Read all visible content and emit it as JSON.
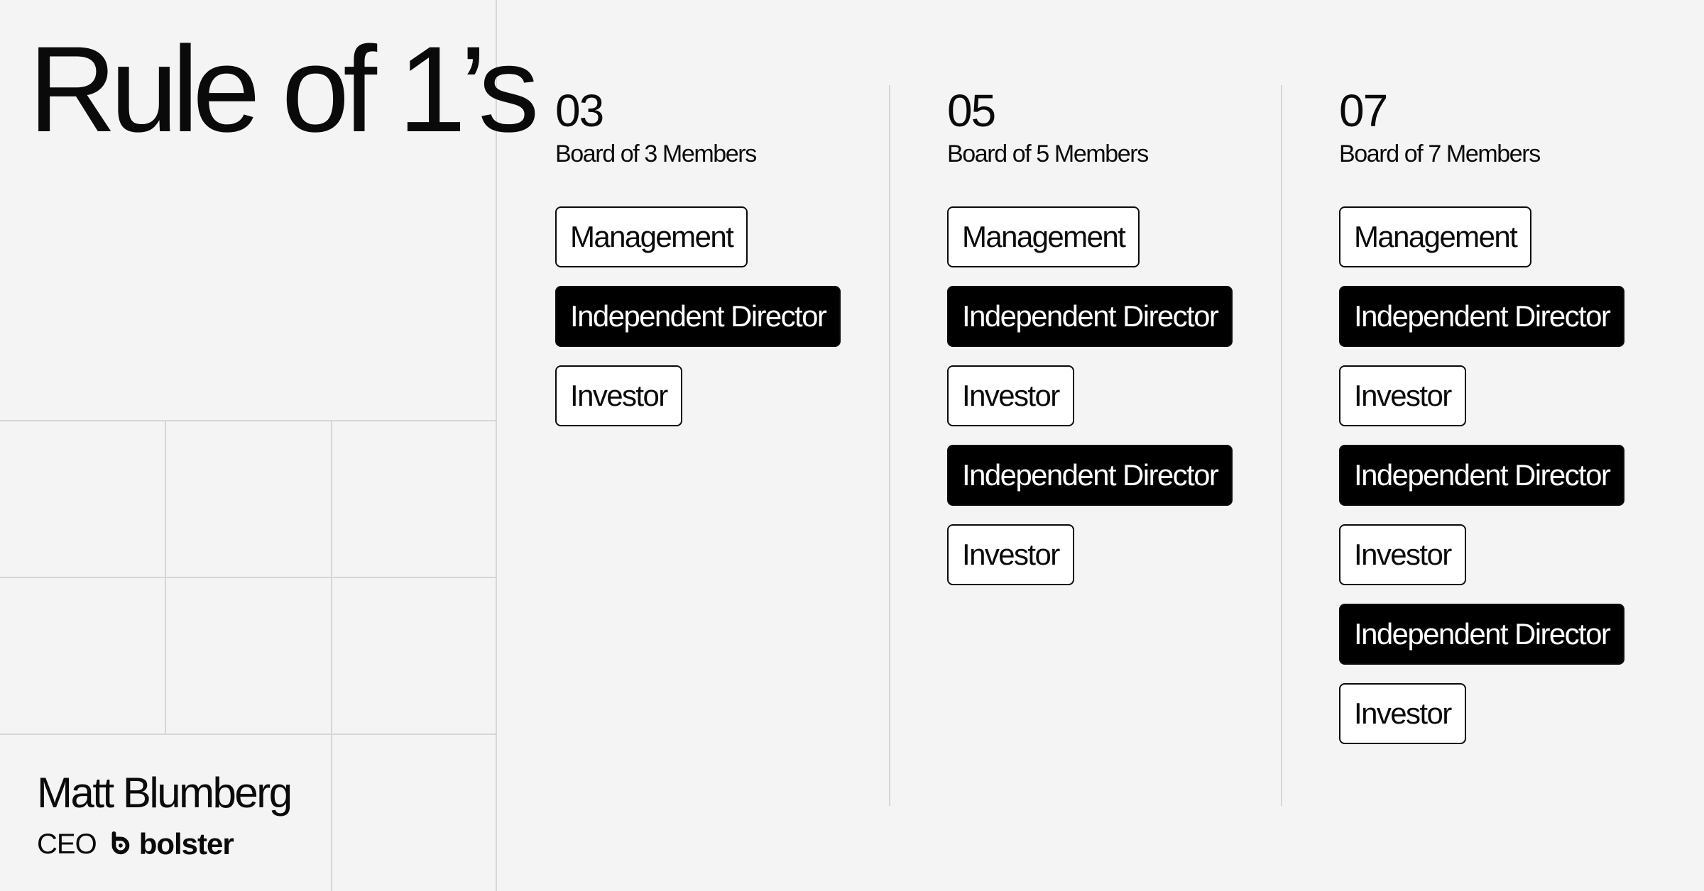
{
  "title": "Rule of 1’s",
  "author": {
    "name": "Matt Blumberg",
    "role": "CEO",
    "brand": "bolster"
  },
  "boards": [
    {
      "number": "03",
      "caption": "Board of 3 Members",
      "roles": [
        {
          "label": "Management",
          "style": "outline"
        },
        {
          "label": "Independent Director",
          "style": "filled"
        },
        {
          "label": "Investor",
          "style": "outline"
        }
      ]
    },
    {
      "number": "05",
      "caption": "Board of 5 Members",
      "roles": [
        {
          "label": "Management",
          "style": "outline"
        },
        {
          "label": "Independent Director",
          "style": "filled"
        },
        {
          "label": "Investor",
          "style": "outline"
        },
        {
          "label": "Independent Director",
          "style": "filled"
        },
        {
          "label": "Investor",
          "style": "outline"
        }
      ]
    },
    {
      "number": "07",
      "caption": "Board of 7 Members",
      "roles": [
        {
          "label": "Management",
          "style": "outline"
        },
        {
          "label": "Independent Director",
          "style": "filled"
        },
        {
          "label": "Investor",
          "style": "outline"
        },
        {
          "label": "Independent Director",
          "style": "filled"
        },
        {
          "label": "Investor",
          "style": "outline"
        },
        {
          "label": "Independent Director",
          "style": "filled"
        },
        {
          "label": "Investor",
          "style": "outline"
        }
      ]
    }
  ],
  "colors": {
    "background": "#f4f4f4",
    "ink": "#0a0a0a",
    "grid": "#d6d6d6"
  },
  "icons": [
    "bolster-logo-icon"
  ]
}
